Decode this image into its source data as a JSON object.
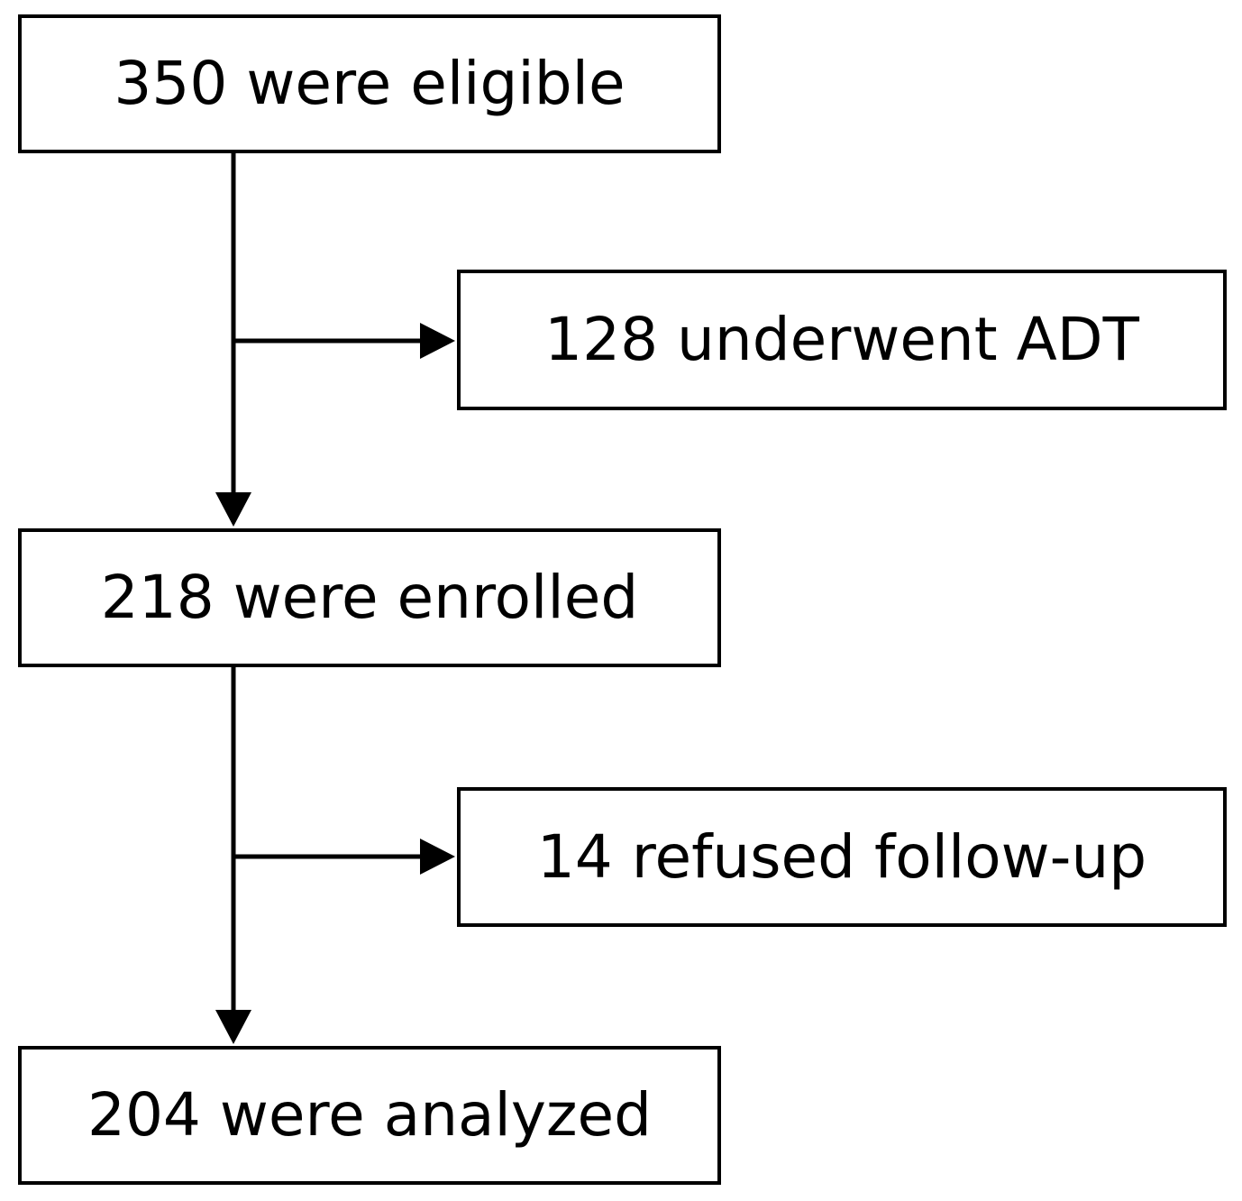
{
  "flowchart": {
    "boxes": {
      "eligible": "350 were eligible",
      "excluded_adt": "128 underwent ADT",
      "enrolled": "218 were enrolled",
      "refused": "14 refused follow-up",
      "analyzed": "204 were analyzed"
    },
    "colors": {
      "line": "#000000",
      "box_border": "#000000",
      "background": "#ffffff"
    }
  }
}
